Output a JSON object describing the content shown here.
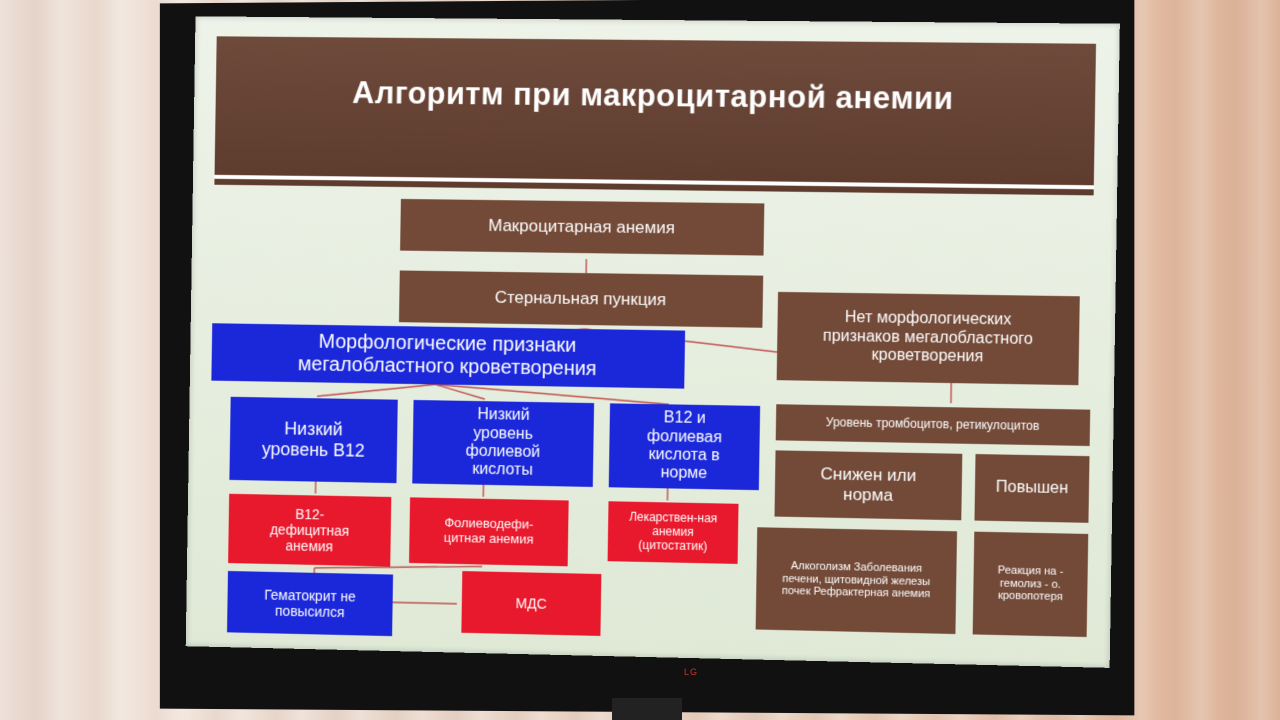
{
  "slide": {
    "title": "Алгоритм при макроцитарной анемии",
    "boxes": {
      "macro_anemia": "Макроцитарная анемия",
      "sternal_puncture": "Стернальная пункция",
      "morph_signs": "Морфологические признаки мегалобластного кроветворения",
      "no_morph_signs": "Нет морфологических признаков мегалобластного кроветворения",
      "low_b12": "Низкий уровень В12",
      "low_folic": "Низкий уровень фолиевой кислоты",
      "b12_folic_normal": "В12 и фолиевая кислота в норме",
      "platelets_retic": "Уровень тромбоцитов, ретикулоцитов",
      "decreased_or_normal": "Снижен или норма",
      "increased": "Повышен",
      "b12_def_anemia": "В12-дефицитная анемия",
      "folate_def_anemia": "Фолиеводефи-цитная анемия",
      "drug_anemia": "Лекарствен-ная анемия (цитостатик)",
      "hematocrit": "Гематокрит не повысился",
      "mds": "МДС",
      "alcoholism": "Алкоголизм Заболевания печени, щитовидной железы почек Рефрактерная анемия",
      "reaction": "Реакция на - гемолиз - о. кровопотеря"
    }
  },
  "tv": {
    "brand": "LG"
  },
  "colors": {
    "title_bar": "#5d3b2d",
    "brown_box": "#734a38",
    "blue_box": "#1b28d9",
    "red_box": "#e8192c",
    "slide_bg": "#e4ede0"
  }
}
